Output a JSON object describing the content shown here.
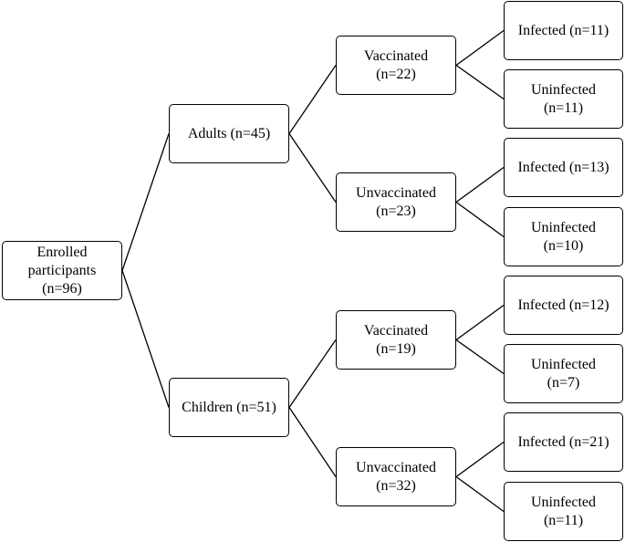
{
  "colors": {
    "border": "#000000",
    "background": "#ffffff",
    "text": "#000000"
  },
  "nodes": {
    "root": "Enrolled\nparticipants\n(n=96)",
    "adults": "Adults  (n=45)",
    "children": "Children  (n=51)",
    "adults_vaccinated": "Vaccinated\n(n=22)",
    "adults_unvaccinated": "Unvaccinated\n(n=23)",
    "children_vaccinated": "Vaccinated\n(n=19)",
    "children_unvaccinated": "Unvaccinated\n(n=32)",
    "av_infected": "Infected  (n=11)",
    "av_uninfected": "Uninfected\n(n=11)",
    "au_infected": "Infected  (n=13)",
    "au_uninfected": "Uninfected\n(n=10)",
    "cv_infected": "Infected  (n=12)",
    "cv_uninfected": "Uninfected\n(n=7)",
    "cu_infected": "Infected  (n=21)",
    "cu_uninfected": "Uninfected\n(n=11)"
  },
  "edges": [
    [
      "root",
      "adults"
    ],
    [
      "root",
      "children"
    ],
    [
      "adults",
      "adults_vaccinated"
    ],
    [
      "adults",
      "adults_unvaccinated"
    ],
    [
      "children",
      "children_vaccinated"
    ],
    [
      "children",
      "children_unvaccinated"
    ],
    [
      "adults_vaccinated",
      "av_infected"
    ],
    [
      "adults_vaccinated",
      "av_uninfected"
    ],
    [
      "adults_unvaccinated",
      "au_infected"
    ],
    [
      "adults_unvaccinated",
      "au_uninfected"
    ],
    [
      "children_vaccinated",
      "cv_infected"
    ],
    [
      "children_vaccinated",
      "cv_uninfected"
    ],
    [
      "children_unvaccinated",
      "cu_infected"
    ],
    [
      "children_unvaccinated",
      "cu_uninfected"
    ]
  ]
}
